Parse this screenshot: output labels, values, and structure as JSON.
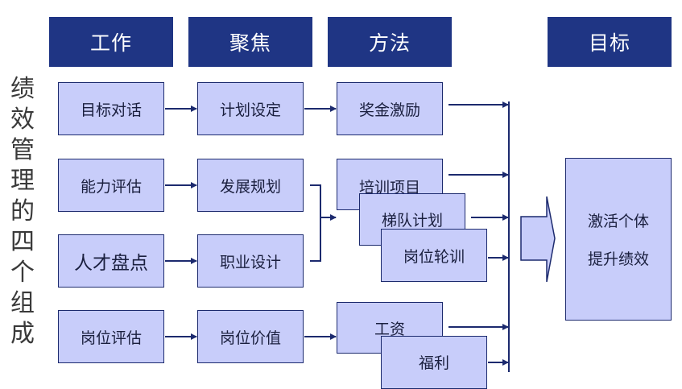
{
  "headers": {
    "work": "工作",
    "focus": "聚焦",
    "method": "方法",
    "goal": "目标"
  },
  "side_title": [
    "绩",
    "效",
    "管",
    "理",
    "的",
    "四",
    "个",
    "组",
    "成"
  ],
  "work": {
    "w1": "目标对话",
    "w2": "能力评估",
    "w3": "人才盘点",
    "w4": "岗位评估"
  },
  "focus": {
    "f1": "计划设定",
    "f2": "发展规划",
    "f3": "职业设计",
    "f4": "岗位价值"
  },
  "method": {
    "m1": "奖金激励",
    "m2": "培训项目",
    "m3": "梯队计划",
    "m4": "岗位轮训",
    "m5": "工资",
    "m6": "福利"
  },
  "goal": {
    "line1": "激活个体",
    "line2": "提升绩效"
  },
  "colors": {
    "header_bg": "#1f3584",
    "box_fill": "#c8cdfa",
    "line": "#1c2a6e"
  }
}
